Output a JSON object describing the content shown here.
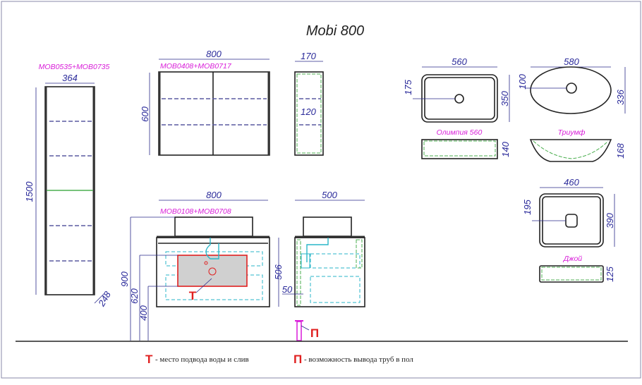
{
  "title": "Mobi 800",
  "tall_cabinet": {
    "code": "MOB0535+MOB0735",
    "width": "364",
    "height": "1500",
    "depth": "248"
  },
  "mirror_cabinet": {
    "code": "MOB0408+MOB0717",
    "width": "800",
    "height": "600",
    "depth": "170",
    "inner": "120"
  },
  "vanity": {
    "code": "MOB0108+MOB0708",
    "width": "800",
    "total_height": "900",
    "h620": "620",
    "h400": "400",
    "body_height": "506",
    "depth": "500",
    "offset": "50",
    "marker_t": "Т",
    "marker_p": "П"
  },
  "sinks": [
    {
      "name": "Олимпия 560",
      "width": "560",
      "drain_offset": "175",
      "depth": "350",
      "height": "140"
    },
    {
      "name": "Триумф",
      "width": "580",
      "drain_offset": "100",
      "depth": "336",
      "height": "168"
    },
    {
      "name": "Джой",
      "width": "460",
      "drain_offset": "195",
      "depth": "390",
      "height": "125"
    }
  ],
  "legend": [
    {
      "symbol": "Т",
      "text": "- место подвода воды и слив"
    },
    {
      "symbol": "П",
      "text": "- возможность вывода труб в пол"
    }
  ],
  "colors": {
    "marker": "#e02020",
    "code_label": "#d81bd8",
    "dimension": "#2a2a9a"
  }
}
